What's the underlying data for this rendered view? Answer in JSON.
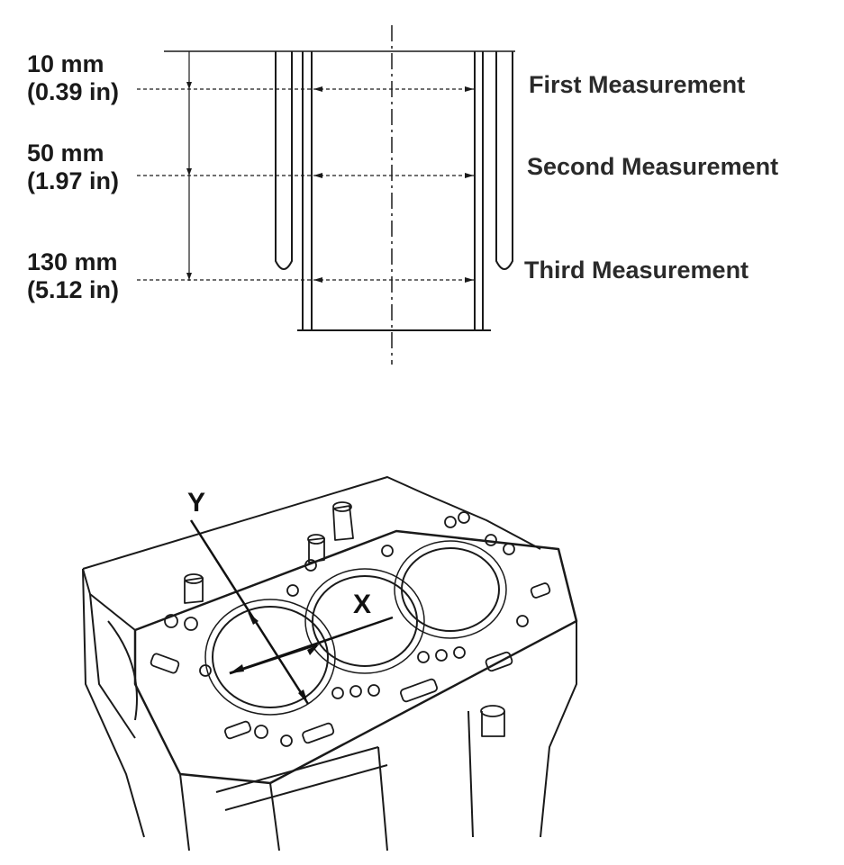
{
  "depths": [
    {
      "mm": "10 mm",
      "inch": "(0.39 in)",
      "measurement": "First Measurement"
    },
    {
      "mm": "50 mm",
      "inch": "(1.97 in)",
      "measurement": "Second Measurement"
    },
    {
      "mm": "130 mm",
      "inch": "(5.12 in)",
      "measurement": "Third Measurement"
    }
  ],
  "axes": {
    "x": "X",
    "y": "Y"
  }
}
